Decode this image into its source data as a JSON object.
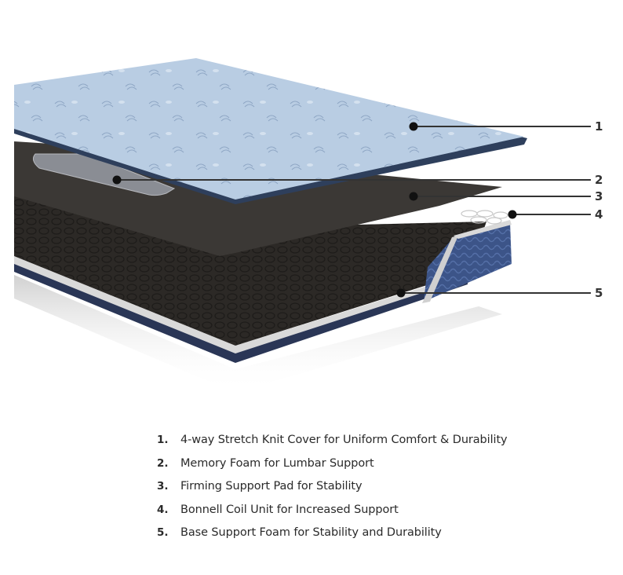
{
  "diagram": {
    "subject": "Exploded view of mattress layers",
    "colors": {
      "cover": "#b9cde3",
      "cover_edge": "#2e3f5c",
      "memory_foam": "#8a8d94",
      "support_pad": "#3b3835",
      "coil_foam": "#2c2926",
      "side_fabric": "#3c5488",
      "border_white": "#d9d9d9",
      "callout_line": "#333333"
    },
    "callouts": [
      {
        "number": "1",
        "layer": "cover"
      },
      {
        "number": "2",
        "layer": "memory-foam"
      },
      {
        "number": "3",
        "layer": "support-pad"
      },
      {
        "number": "4",
        "layer": "coil-unit"
      },
      {
        "number": "5",
        "layer": "base-foam"
      }
    ]
  },
  "legend": {
    "items": [
      {
        "number": "1.",
        "text": "4-way Stretch Knit Cover for Uniform Comfort & Durability"
      },
      {
        "number": "2.",
        "text": "Memory Foam for Lumbar Support"
      },
      {
        "number": "3.",
        "text": "Firming Support Pad for Stability"
      },
      {
        "number": "4.",
        "text": "Bonnell Coil Unit for Increased Support"
      },
      {
        "number": "5.",
        "text": "Base Support Foam for Stability and Durability"
      }
    ]
  }
}
